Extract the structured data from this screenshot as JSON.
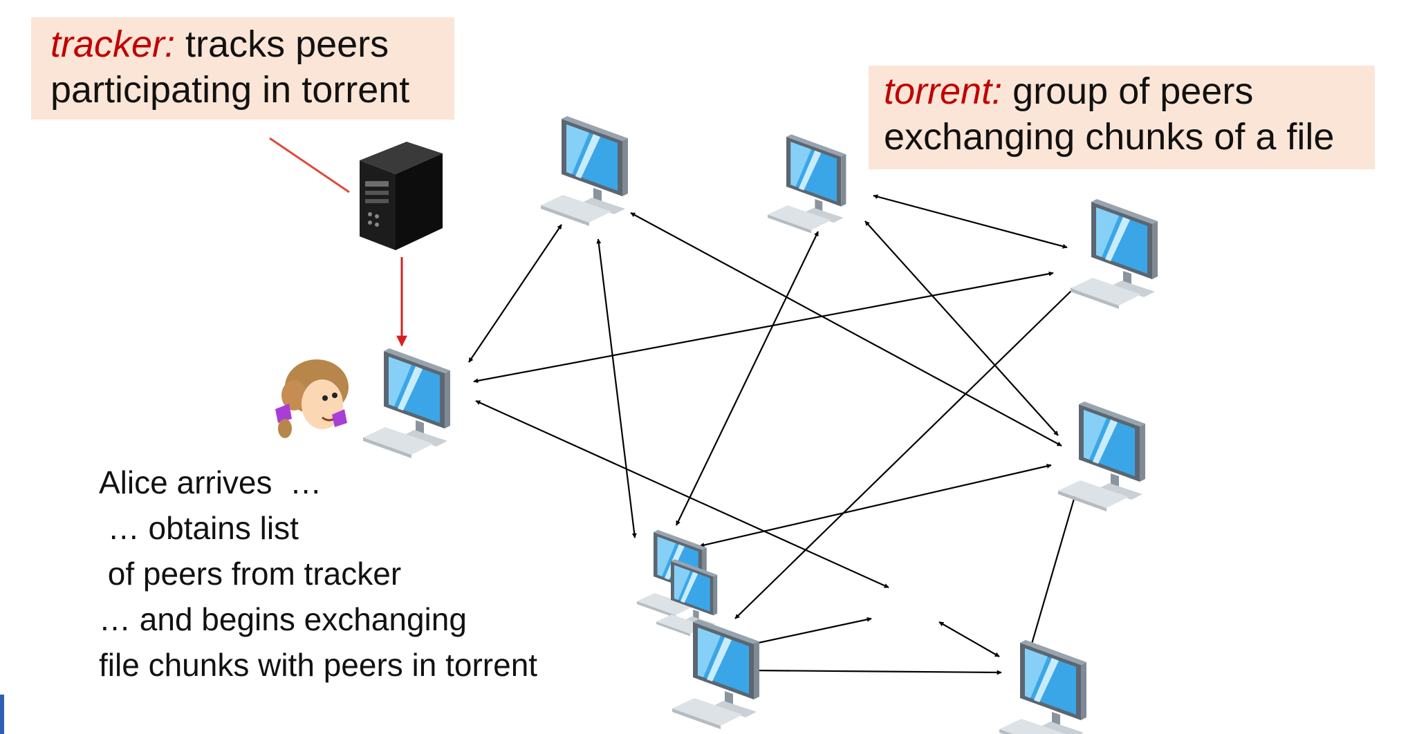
{
  "tracker_callout": {
    "term": "tracker:",
    "line1_rest": " tracks peers",
    "line2": "participating in torrent"
  },
  "torrent_callout": {
    "term": "torrent:",
    "line1_rest": " group of peers",
    "line2": "exchanging  chunks of a file"
  },
  "alice_text": {
    "lines": [
      "Alice arrives  …",
      " … obtains list",
      " of peers from tracker",
      "… and begins exchanging",
      "file chunks with peers in torrent"
    ]
  },
  "colors": {
    "callout_bg": "#fbe5d6",
    "emphasis_red": "#c00000",
    "tracker_arrow": "#d62020",
    "screen_blue": "#3aa6e8",
    "server_black": "#1c1c1c"
  },
  "icons": {
    "server": "tracker-server-icon",
    "peer": "desktop-computer-icon",
    "alice": "alice-avatar-icon"
  }
}
